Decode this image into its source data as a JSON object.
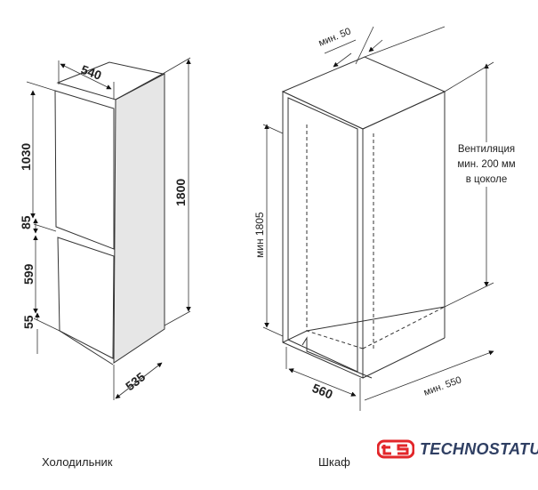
{
  "fridge": {
    "caption": "Холодильник",
    "dims": {
      "width": "540",
      "depth": "535",
      "height": "1800",
      "upper_door": "1030",
      "gap": "85",
      "lower_door": "599",
      "bottom": "55"
    }
  },
  "cabinet": {
    "caption": "Шкаф",
    "dims": {
      "top_gap": "мин. 50",
      "height": "мин 1805",
      "width": "560",
      "depth": "мин. 550",
      "ventilation_line1": "Вентиляция",
      "ventilation_line2": "мин. 200 мм",
      "ventilation_line3": "в цоколе"
    }
  },
  "logo": {
    "mark": "ts",
    "word": "TECHNOSTATUS",
    "red": "#e2262a",
    "navy": "#2f3f63"
  }
}
